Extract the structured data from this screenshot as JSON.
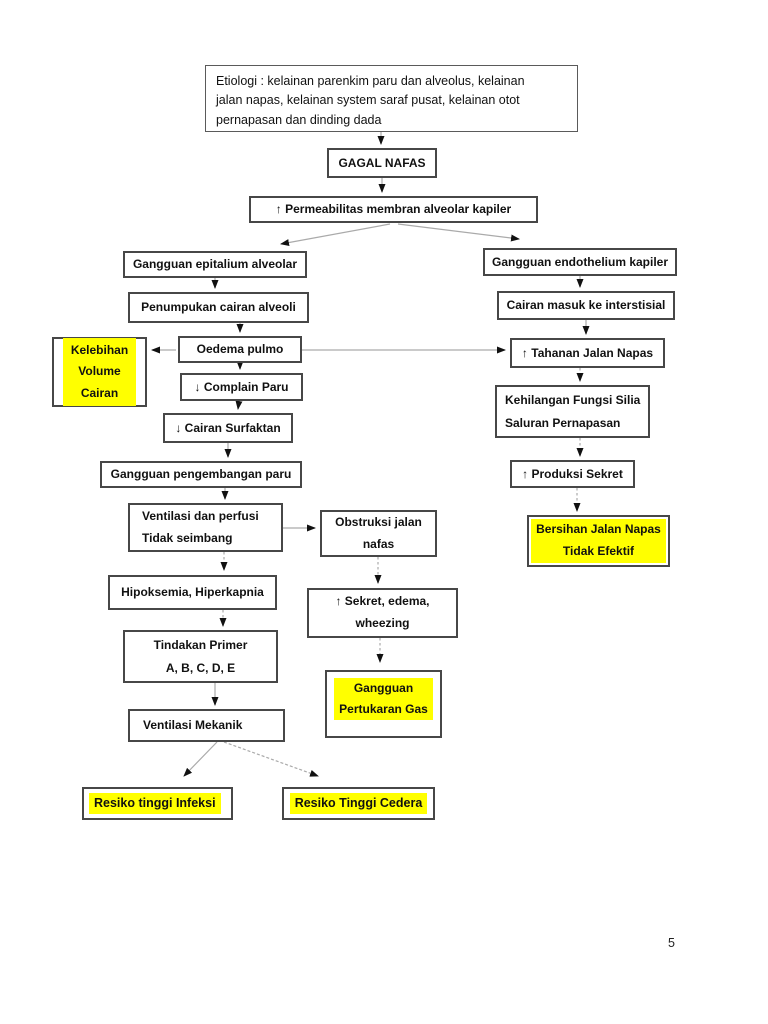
{
  "page": {
    "number": "5"
  },
  "colors": {
    "highlight": "#ffff00",
    "box_border": "#474747",
    "arrow": "#111111",
    "line": "#aaaaaa"
  },
  "nodes": {
    "etiologi": "Etiologi : kelainan parenkim paru dan alveolus, kelainan\njalan napas, kelainan system saraf pusat, kelainan otot\npernapasan dan dinding dada",
    "gagal_nafas": "GAGAL NAFAS",
    "permeabilitas": "↑ Permeabilitas membran alveolar kapiler",
    "epitalium": "Gangguan epitalium alveolar",
    "endothelium": "Gangguan endothelium kapiler",
    "penumpukan": "Penumpukan cairan alveoli",
    "cairan_interstisial": "Cairan masuk ke interstisial",
    "kelebihan_volume": "Kelebihan\nVolume\nCairan",
    "oedema_pulmo": "Oedema pulmo",
    "tahanan_jalan_napas": "↑ Tahanan Jalan Napas",
    "complain_paru": "↓ Complain Paru",
    "kehilangan_silia": "Kehilangan Fungsi Silia\nSaluran Pernapasan",
    "cairan_surfaktan": "↓ Cairan Surfaktan",
    "produksi_sekret": "↑ Produksi Sekret",
    "pengembangan_paru": "Gangguan pengembangan paru",
    "ventilasi_perfusi": "Ventilasi dan perfusi\nTidak seimbang",
    "obstruksi": "Obstruksi jalan\nnafas",
    "bersihan_jalan_napas": "Bersihan Jalan Napas\nTidak Efektif",
    "hipoksemia": "Hipoksemia, Hiperkapnia",
    "sekret_edema": "↑ Sekret, edema,\nwheezing",
    "tindakan_primer": "Tindakan Primer\nA, B, C, D, E",
    "pertukaran_gas": "Gangguan\nPertukaran Gas",
    "ventilasi_mekanik": "Ventilasi Mekanik",
    "resiko_infeksi": "Resiko tinggi Infeksi",
    "resiko_cedera": "Resiko Tinggi Cedera"
  }
}
